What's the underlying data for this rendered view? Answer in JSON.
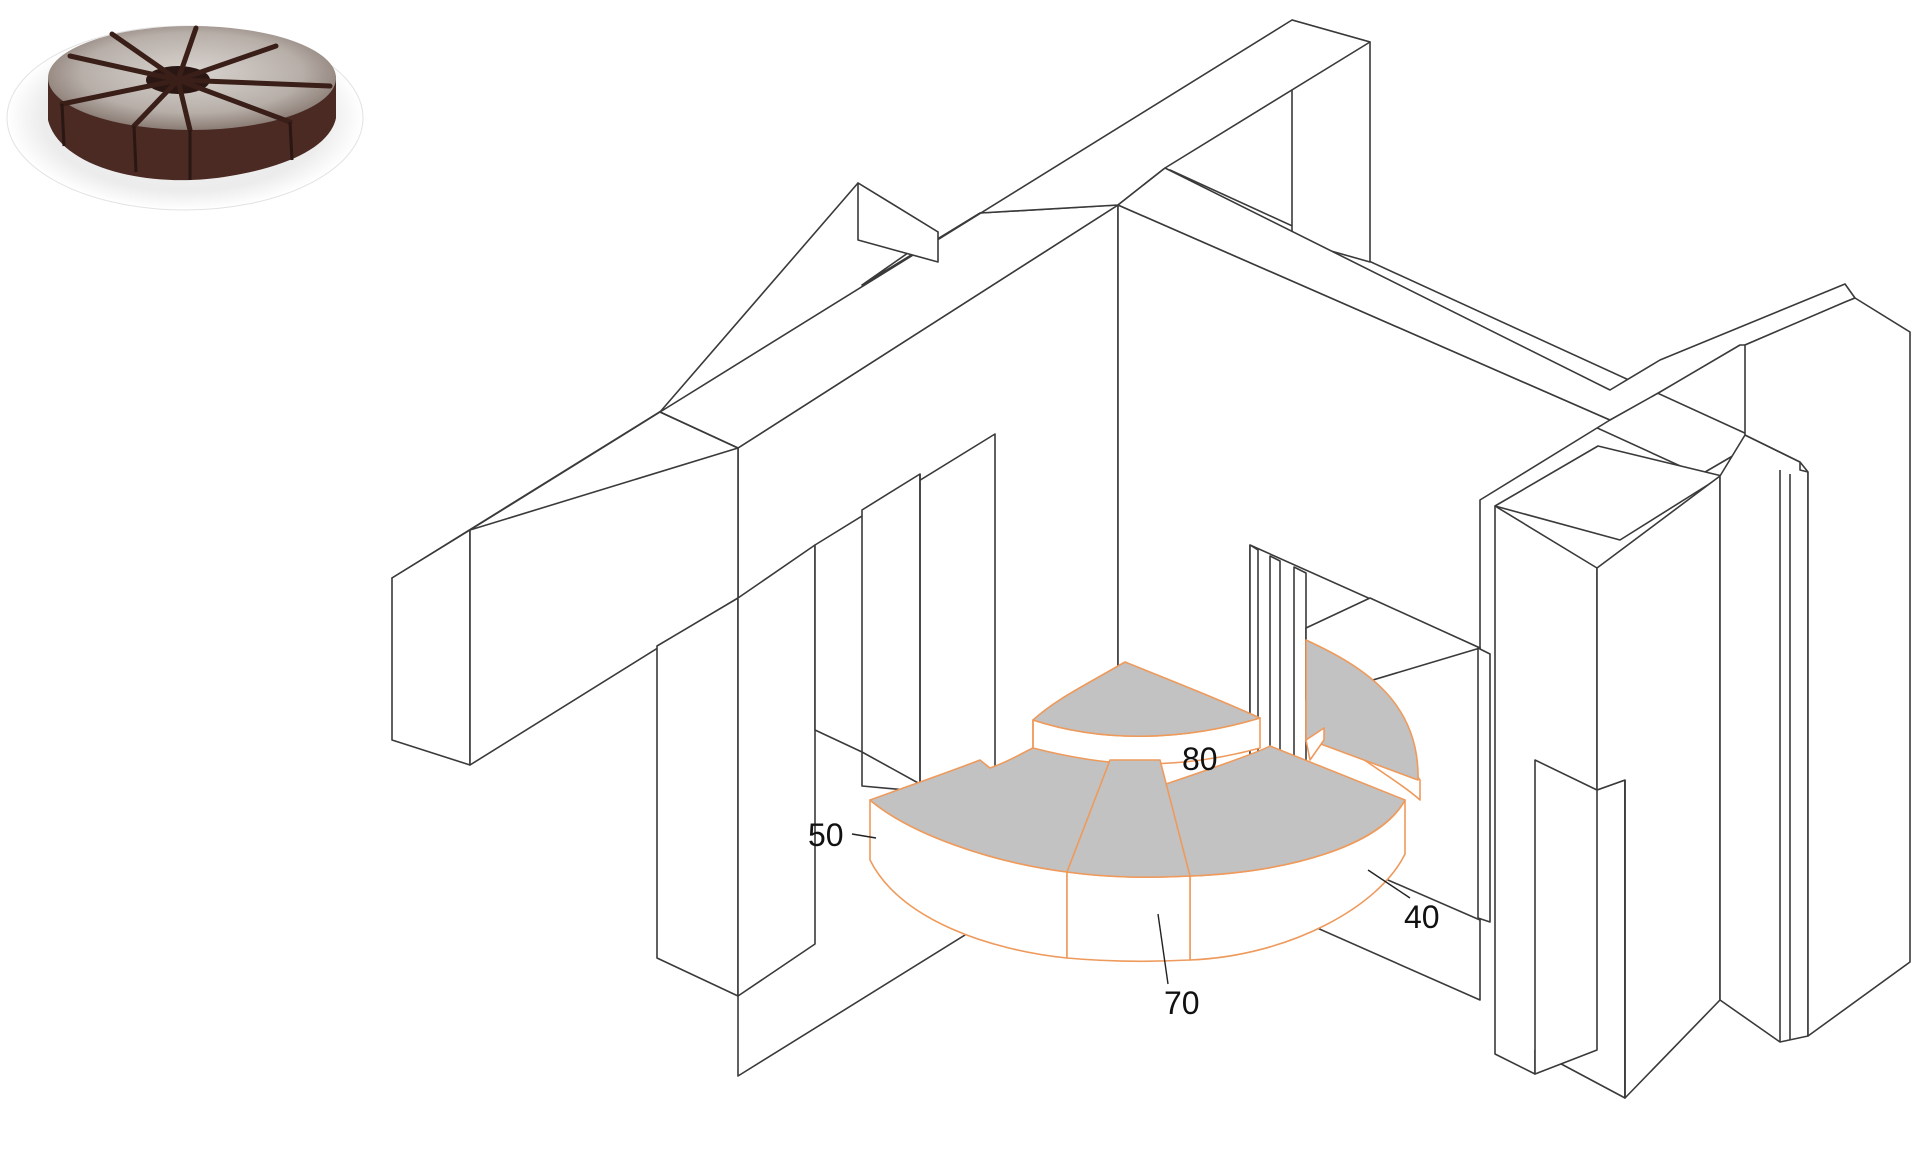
{
  "figure": {
    "callouts": [
      {
        "id": "40",
        "label": "40"
      },
      {
        "id": "50",
        "label": "50"
      },
      {
        "id": "70",
        "label": "70"
      },
      {
        "id": "80",
        "label": "80"
      }
    ],
    "reference_photo": {
      "icon": "sliced-round-cake-photo"
    },
    "colors": {
      "structure_stroke": "#3a3a3a",
      "seat_stroke": "#ee9a5c",
      "seat_top_fill": "#c2c2c2",
      "background": "#ffffff"
    }
  }
}
